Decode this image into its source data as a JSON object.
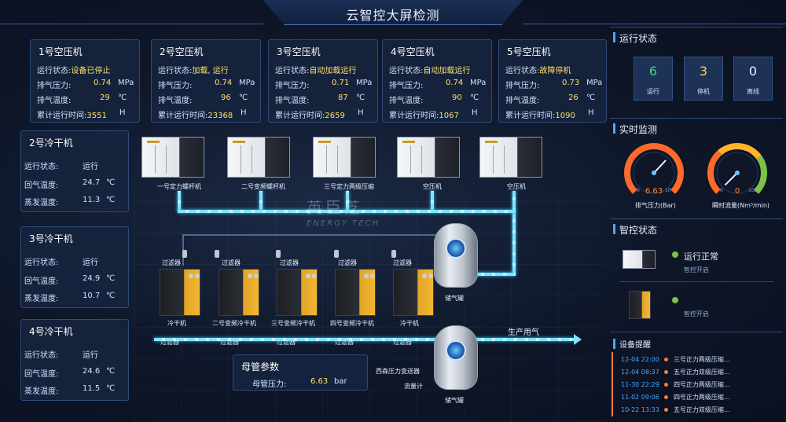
{
  "header": {
    "title": "云智控大屏检测"
  },
  "compressors": [
    {
      "title": "1号空压机",
      "status_label": "运行状态:",
      "status": "设备已停止",
      "pressure_label": "排气压力:",
      "pressure": "0.74",
      "pressure_unit": "MPa",
      "temp_label": "排气温度:",
      "temp": "29",
      "temp_unit": "℃",
      "runtime_label": "累计运行时间:",
      "runtime": "3551",
      "runtime_unit": "H"
    },
    {
      "title": "2号空压机",
      "status_label": "运行状态:",
      "status": "加载, 运行",
      "pressure_label": "排气压力:",
      "pressure": "0.74",
      "pressure_unit": "MPa",
      "temp_label": "排气温度:",
      "temp": "96",
      "temp_unit": "℃",
      "runtime_label": "累计运行时间:",
      "runtime": "23368",
      "runtime_unit": "H"
    },
    {
      "title": "3号空压机",
      "status_label": "运行状态:",
      "status": "自动加载运行",
      "pressure_label": "排气压力:",
      "pressure": "0.71",
      "pressure_unit": "MPa",
      "temp_label": "排气温度:",
      "temp": "87",
      "temp_unit": "℃",
      "runtime_label": "累计运行时间:",
      "runtime": "2659",
      "runtime_unit": "H"
    },
    {
      "title": "4号空压机",
      "status_label": "运行状态:",
      "status": "自动加载运行",
      "pressure_label": "排气压力:",
      "pressure": "0.74",
      "pressure_unit": "MPa",
      "temp_label": "排气温度:",
      "temp": "90",
      "temp_unit": "℃",
      "runtime_label": "累计运行时间:",
      "runtime": "1067",
      "runtime_unit": "H"
    },
    {
      "title": "5号空压机",
      "status_label": "运行状态:",
      "status": "故障停机",
      "pressure_label": "排气压力:",
      "pressure": "0.73",
      "pressure_unit": "MPa",
      "temp_label": "排气温度:",
      "temp": "26",
      "temp_unit": "℃",
      "runtime_label": "累计运行时间:",
      "runtime": "1090",
      "runtime_unit": "H"
    }
  ],
  "dryers": [
    {
      "title": "2号冷干机",
      "status_label": "运行状态:",
      "status": "运行",
      "return_label": "回气温度:",
      "return_temp": "24.7",
      "evap_label": "蒸发温度:",
      "evap_temp": "11.3",
      "unit": "℃"
    },
    {
      "title": "3号冷干机",
      "status_label": "运行状态:",
      "status": "运行",
      "return_label": "回气温度:",
      "return_temp": "24.9",
      "evap_label": "蒸发温度:",
      "evap_temp": "10.7",
      "unit": "℃"
    },
    {
      "title": "4号冷干机",
      "status_label": "运行状态:",
      "status": "运行",
      "return_label": "回气温度:",
      "return_temp": "24.6",
      "evap_label": "蒸发温度:",
      "evap_temp": "11.5",
      "unit": "℃"
    }
  ],
  "diagram": {
    "compressor_labels": [
      "一号定力螺杆机",
      "二号变频螺杆机",
      "三号定力两级压缩",
      "空压机",
      "空压机"
    ],
    "filter_label": "过滤器",
    "dryer_labels": [
      "冷干机",
      "二号变频冷干机",
      "三号变频冷干机",
      "四号变频冷干机",
      "冷干机"
    ],
    "tank_label": "储气罐",
    "production_label": "生产用气",
    "sensor_label": "西森压力变送器",
    "flowmeter_label": "流量计",
    "watermark_cn": "英臣芝",
    "watermark_en": "ENERGY TECH"
  },
  "main_pipe": {
    "title": "母管参数",
    "pressure_label": "母管压力:",
    "pressure": "6.63",
    "unit": "bar"
  },
  "run_status": {
    "title": "运行状态",
    "stats": [
      {
        "value": "6",
        "label": "运行",
        "color": "#3ddc84"
      },
      {
        "value": "3",
        "label": "停机",
        "color": "#ffd54a"
      },
      {
        "value": "0",
        "label": "离线",
        "color": "#e8f1ff"
      }
    ]
  },
  "realtime": {
    "title": "实时监测",
    "gauges": [
      {
        "value": "6.63",
        "label": "排气压力(Bar)",
        "value_color": "#ff8a3d",
        "scale_low": "0",
        "scale_high": "10",
        "level": 0.66
      },
      {
        "value": "0",
        "label": "瞬时流量(Nm³/min)",
        "value_color": "#ff8a3d",
        "scale_low": "0",
        "scale_high": "100",
        "level": 0.0
      }
    ]
  },
  "smart": {
    "title": "智控状态",
    "items": [
      {
        "status": "运行正常",
        "sub": "智控开启",
        "dot_color": "#7dc242"
      },
      {
        "status": "",
        "sub": "智控开启",
        "dot_color": "#7dc242"
      }
    ]
  },
  "alerts": {
    "title": "设备提醒",
    "items": [
      {
        "time": "12-04 22:00",
        "text": "三号正力两级压缩..."
      },
      {
        "time": "12-04 08:37",
        "text": "五号正力双级压缩..."
      },
      {
        "time": "11-30 22:29",
        "text": "四号正力两级压缩..."
      },
      {
        "time": "11-02 09:06",
        "text": "四号正力两级压缩..."
      },
      {
        "time": "10-22 13:33",
        "text": "五号正力双级压缩..."
      }
    ]
  }
}
